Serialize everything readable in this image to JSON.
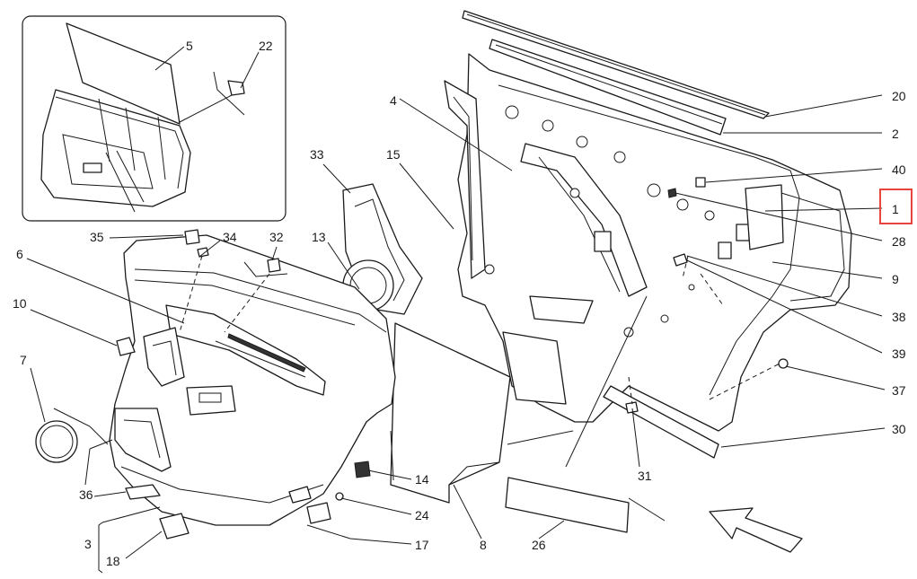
{
  "callouts": {
    "c1": "1",
    "c2": "2",
    "c3": "3",
    "c4": "4",
    "c5": "5",
    "c6": "6",
    "c7": "7",
    "c8": "8",
    "c9": "9",
    "c10": "10",
    "c13": "13",
    "c14": "14",
    "c15": "15",
    "c17": "17",
    "c18": "18",
    "c20": "20",
    "c22": "22",
    "c24": "24",
    "c26": "26",
    "c28": "28",
    "c30": "30",
    "c31": "31",
    "c32": "32",
    "c33": "33",
    "c34": "34",
    "c35": "35",
    "c36": "36",
    "c37": "37",
    "c38": "38",
    "c39": "39",
    "c40": "40"
  },
  "highlight": {
    "callout": "1",
    "color": "#e8453c"
  },
  "colors": {
    "line": "#1a1a1a",
    "background": "#ffffff"
  }
}
